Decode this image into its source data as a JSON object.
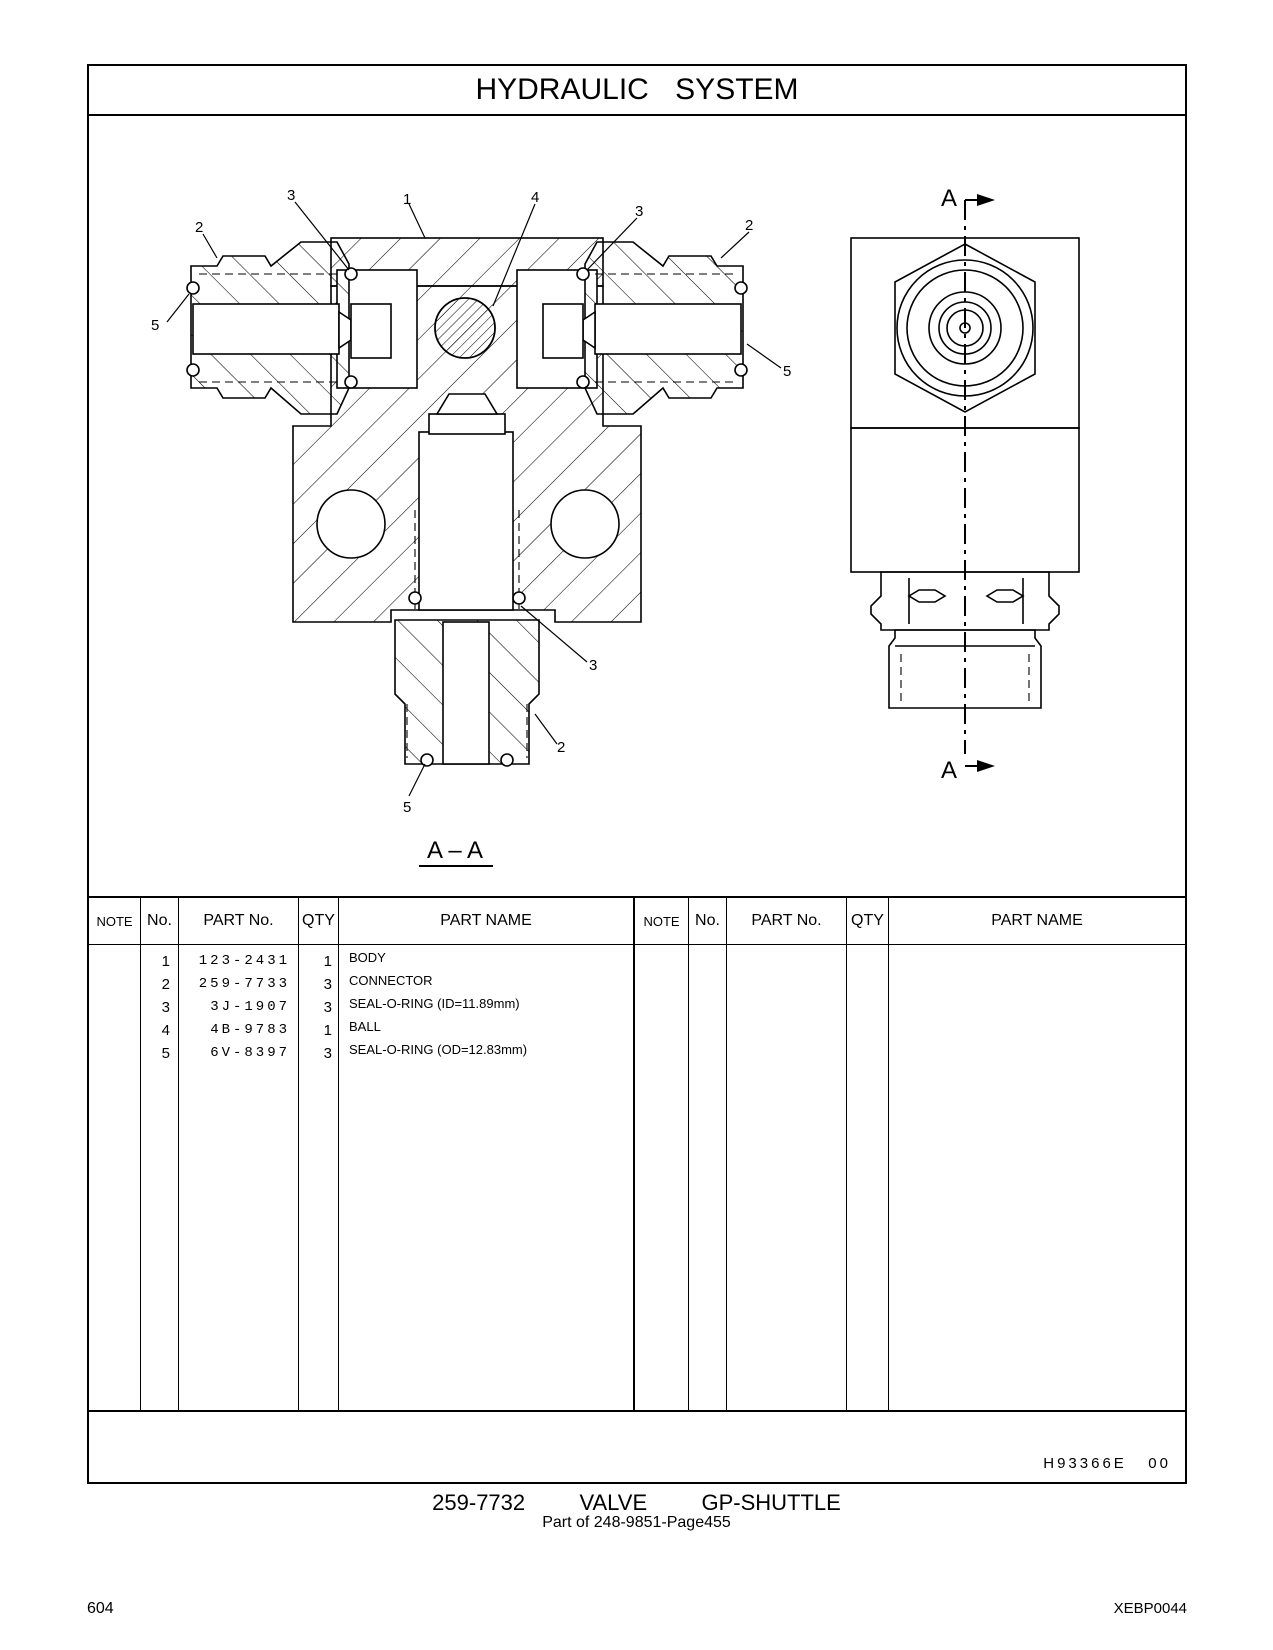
{
  "header": {
    "title": "HYDRAULIC   SYSTEM"
  },
  "drawing": {
    "section_label": "A – A",
    "section_marker": "A",
    "callouts": {
      "body": "1",
      "connector": "2",
      "seal_small": "3",
      "ball": "4",
      "seal_large": "5"
    }
  },
  "table": {
    "headers": {
      "note": "NOTE",
      "no": "No.",
      "part_no": "PART No.",
      "qty": "QTY",
      "part_name": "PART NAME"
    },
    "rows": [
      {
        "no": "1",
        "part_no": "123-2431",
        "qty": "1",
        "name": "BODY"
      },
      {
        "no": "2",
        "part_no": "259-7733",
        "qty": "3",
        "name": "CONNECTOR"
      },
      {
        "no": "3",
        "part_no": "3J-1907",
        "qty": "3",
        "name": "SEAL-O-RING (ID=11.89mm)"
      },
      {
        "no": "4",
        "part_no": "4B-9783",
        "qty": "1",
        "name": "BALL"
      },
      {
        "no": "5",
        "part_no": "6V-8397",
        "qty": "3",
        "name": "SEAL-O-RING (OD=12.83mm)"
      }
    ],
    "drawing_code": "H93366E   00"
  },
  "footer": {
    "title": "259-7732   VALVE   GP-SHUTTLE",
    "subtitle": "Part of 248-9851-Page455",
    "page_number": "604",
    "doc_code": "XEBP0044"
  }
}
